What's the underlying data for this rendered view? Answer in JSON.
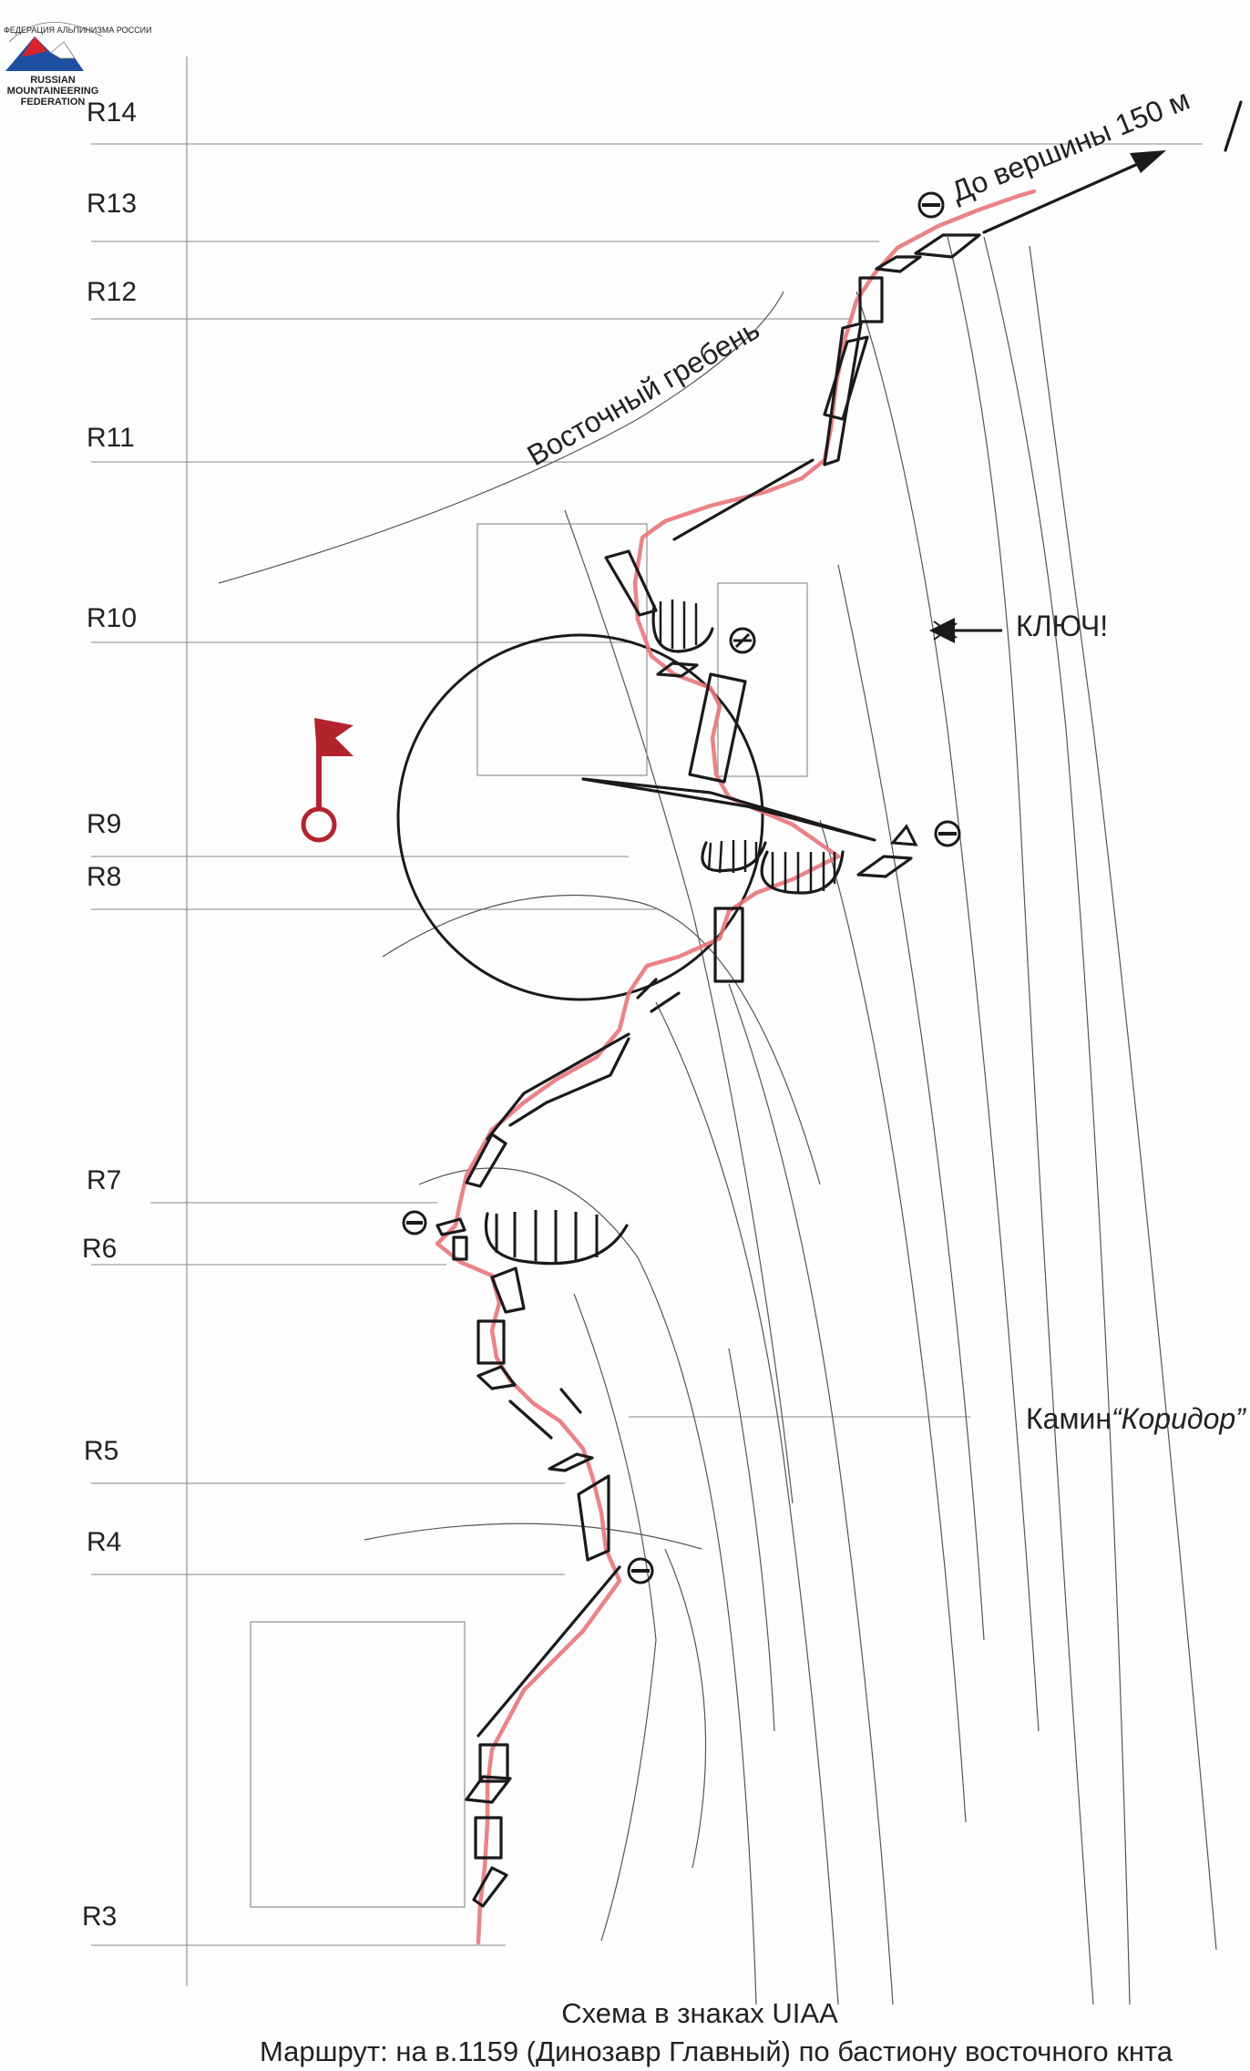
{
  "logo": {
    "arc_text": "ФЕДЕРАЦИЯ АЛЬПИНИЗМА РОССИИ",
    "line1": "RUSSIAN",
    "line2": "MOUNTAINEERING",
    "line3": "FEDERATION"
  },
  "pitches": [
    {
      "label": "R14"
    },
    {
      "label": "R13"
    },
    {
      "label": "R12"
    },
    {
      "label": "R11"
    },
    {
      "label": "R10"
    },
    {
      "label": "R9"
    },
    {
      "label": "R8"
    },
    {
      "label": "R7"
    },
    {
      "label": "R6"
    },
    {
      "label": "R5"
    },
    {
      "label": "R4"
    },
    {
      "label": "R3"
    }
  ],
  "annotations": {
    "summit": "До вершины 150 м",
    "east_ridge": "Восточный гребень",
    "key": "КЛЮЧ!",
    "chimney_name": "Камин",
    "chimney_quoted": "“Коридор”"
  },
  "caption": {
    "line1": "Схема в знаках UIAA",
    "line2": "Маршрут: на в.1159 (Динозавр Главный) по бастиону восточного кнта"
  },
  "colors": {
    "route": "#e8767a",
    "flag": "#b2232d",
    "ink": "#1a1a1a",
    "logo_red": "#d8232a",
    "logo_blue": "#1f4fa0"
  }
}
